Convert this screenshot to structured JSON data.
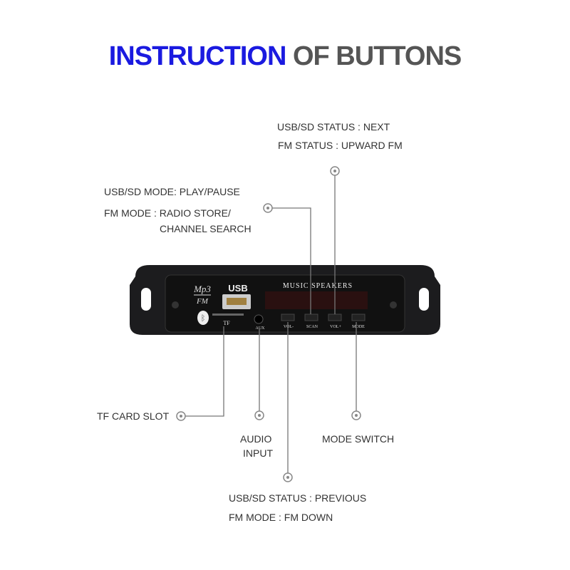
{
  "title": {
    "part1": "INSTRUCTION",
    "part2": "OF BUTTONS"
  },
  "labels": {
    "next_line1": "USB/SD STATUS : NEXT",
    "next_line2": "FM STATUS : UPWARD FM",
    "play_line1": "USB/SD MODE: PLAY/PAUSE",
    "play_line2": "FM MODE : RADIO STORE/",
    "play_line3": "CHANNEL SEARCH",
    "tf": "TF CARD SLOT",
    "audio_line1": "AUDIO",
    "audio_line2": "INPUT",
    "mode": "MODE SWITCH",
    "prev_line1": "USB/SD STATUS : PREVIOUS",
    "prev_line2": "FM  MODE : FM DOWN"
  },
  "device": {
    "brand_top": "Mp3",
    "brand_bottom": "FM",
    "usb": "USB",
    "display": "MUSIC SPEAKERS",
    "tf": "TF",
    "aux": "AUX",
    "buttons": [
      "VOL-",
      "SCAN",
      "VOL+",
      "MODE"
    ]
  }
}
